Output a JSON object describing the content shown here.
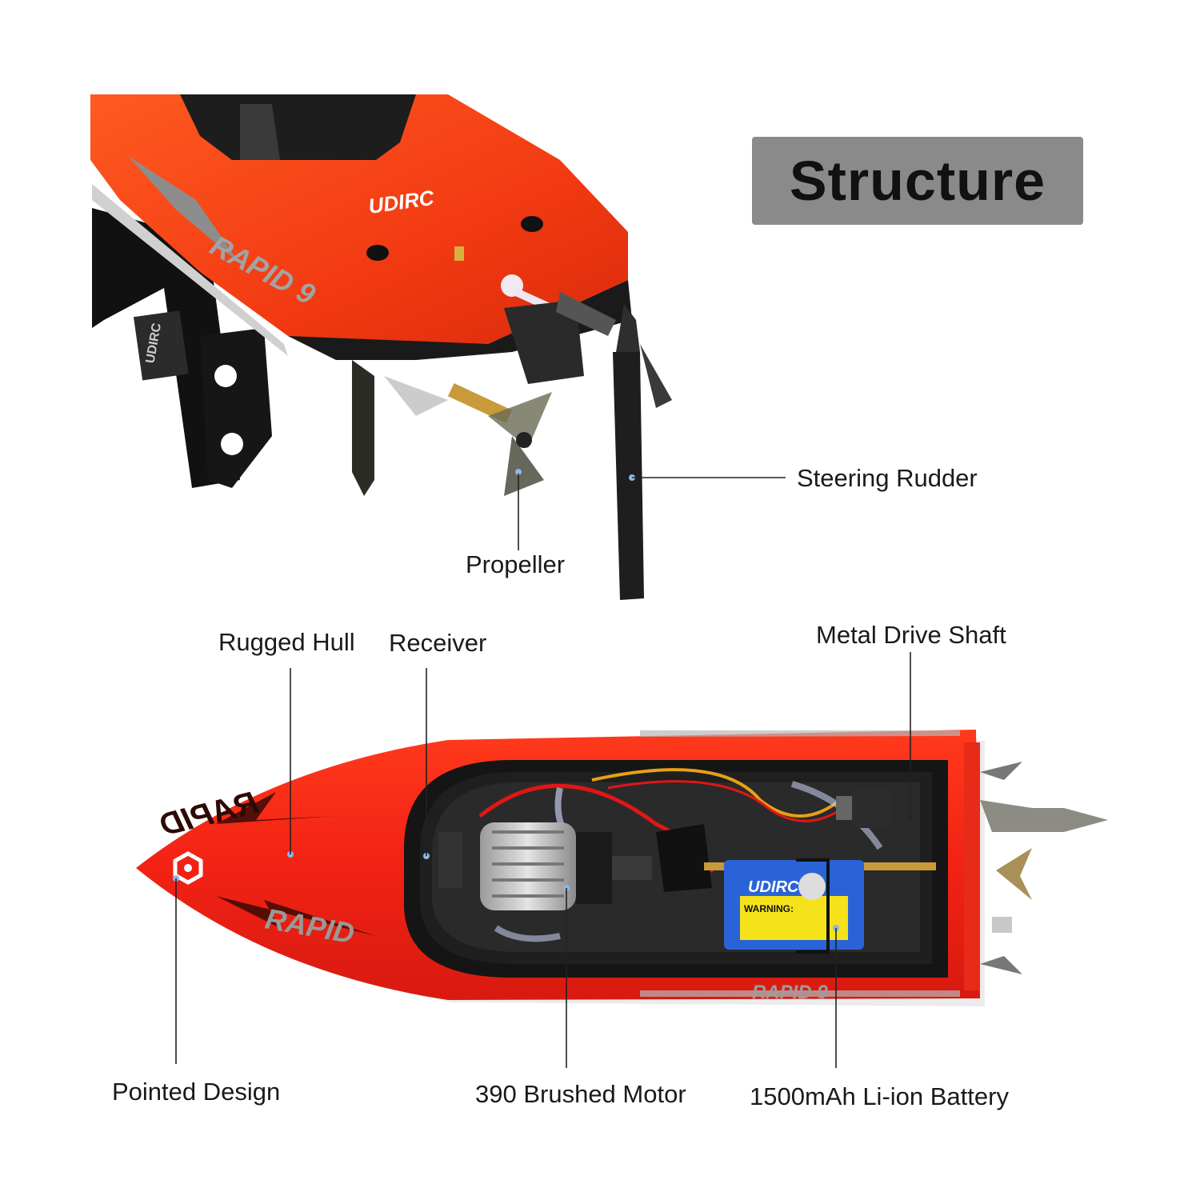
{
  "title": "Structure",
  "labels": {
    "steering_rudder": "Steering Rudder",
    "propeller": "Propeller",
    "rugged_hull": "Rugged Hull",
    "receiver": "Receiver",
    "metal_drive_shaft": "Metal Drive Shaft",
    "pointed_design": "Pointed Design",
    "brushed_motor": "390 Brushed Motor",
    "battery": "1500mAh Li-ion Battery"
  },
  "hull_text": {
    "rapid9_top": "RAPID 9",
    "brand_top": "UDIRC",
    "brand_side": "UDIRC",
    "rapid_bow_1": "RAPID",
    "rapid_bow_2": "RAPID",
    "rapid_side": "RAPID 9",
    "battery_brand": "UDIRC",
    "battery_warning": "WARNING:"
  },
  "colors": {
    "hull_red": "#f02a14",
    "hull_orange": "#ff4a1a",
    "title_bg": "#8a8a8a",
    "battery_blue": "#2a63d8",
    "battery_label": "#f5e21a"
  }
}
